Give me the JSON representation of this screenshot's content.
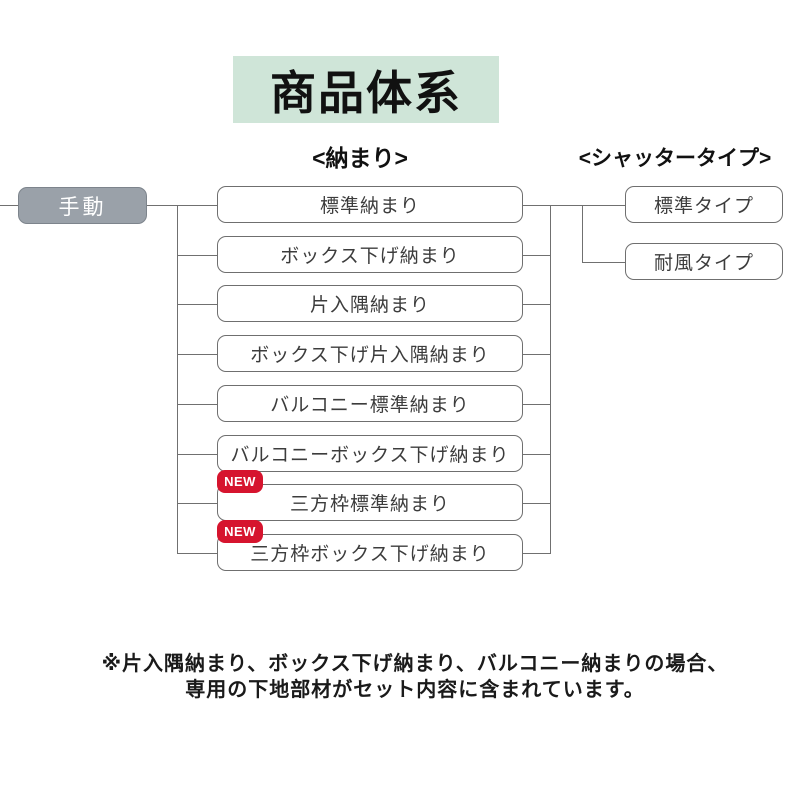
{
  "title": {
    "text": "商品体系",
    "bg_color": "#cfe5d8"
  },
  "headers": {
    "osamari": "<納まり>",
    "shutter_type": "<シャッタータイプ>"
  },
  "root": {
    "label": "手動",
    "bg_color": "#9aa1a9",
    "text_color": "#ffffff"
  },
  "osamari_items": [
    {
      "label": "標準納まり",
      "new": false
    },
    {
      "label": "ボックス下げ納まり",
      "new": false
    },
    {
      "label": "片入隅納まり",
      "new": false
    },
    {
      "label": "ボックス下げ片入隅納まり",
      "new": false
    },
    {
      "label": "バルコニー標準納まり",
      "new": false
    },
    {
      "label": "バルコニーボックス下げ納まり",
      "new": false
    },
    {
      "label": "三方枠標準納まり",
      "new": true
    },
    {
      "label": "三方枠ボックス下げ納まり",
      "new": true
    }
  ],
  "new_badge": {
    "label": "NEW",
    "color": "#d6142e"
  },
  "shutter_items": [
    {
      "label": "標準タイプ"
    },
    {
      "label": "耐風タイプ"
    }
  ],
  "note": {
    "line1": "※片入隅納まり、ボックス下げ納まり、バルコニー納まりの場合、",
    "line2": "専用の下地部材がセット内容に含まれています。"
  }
}
